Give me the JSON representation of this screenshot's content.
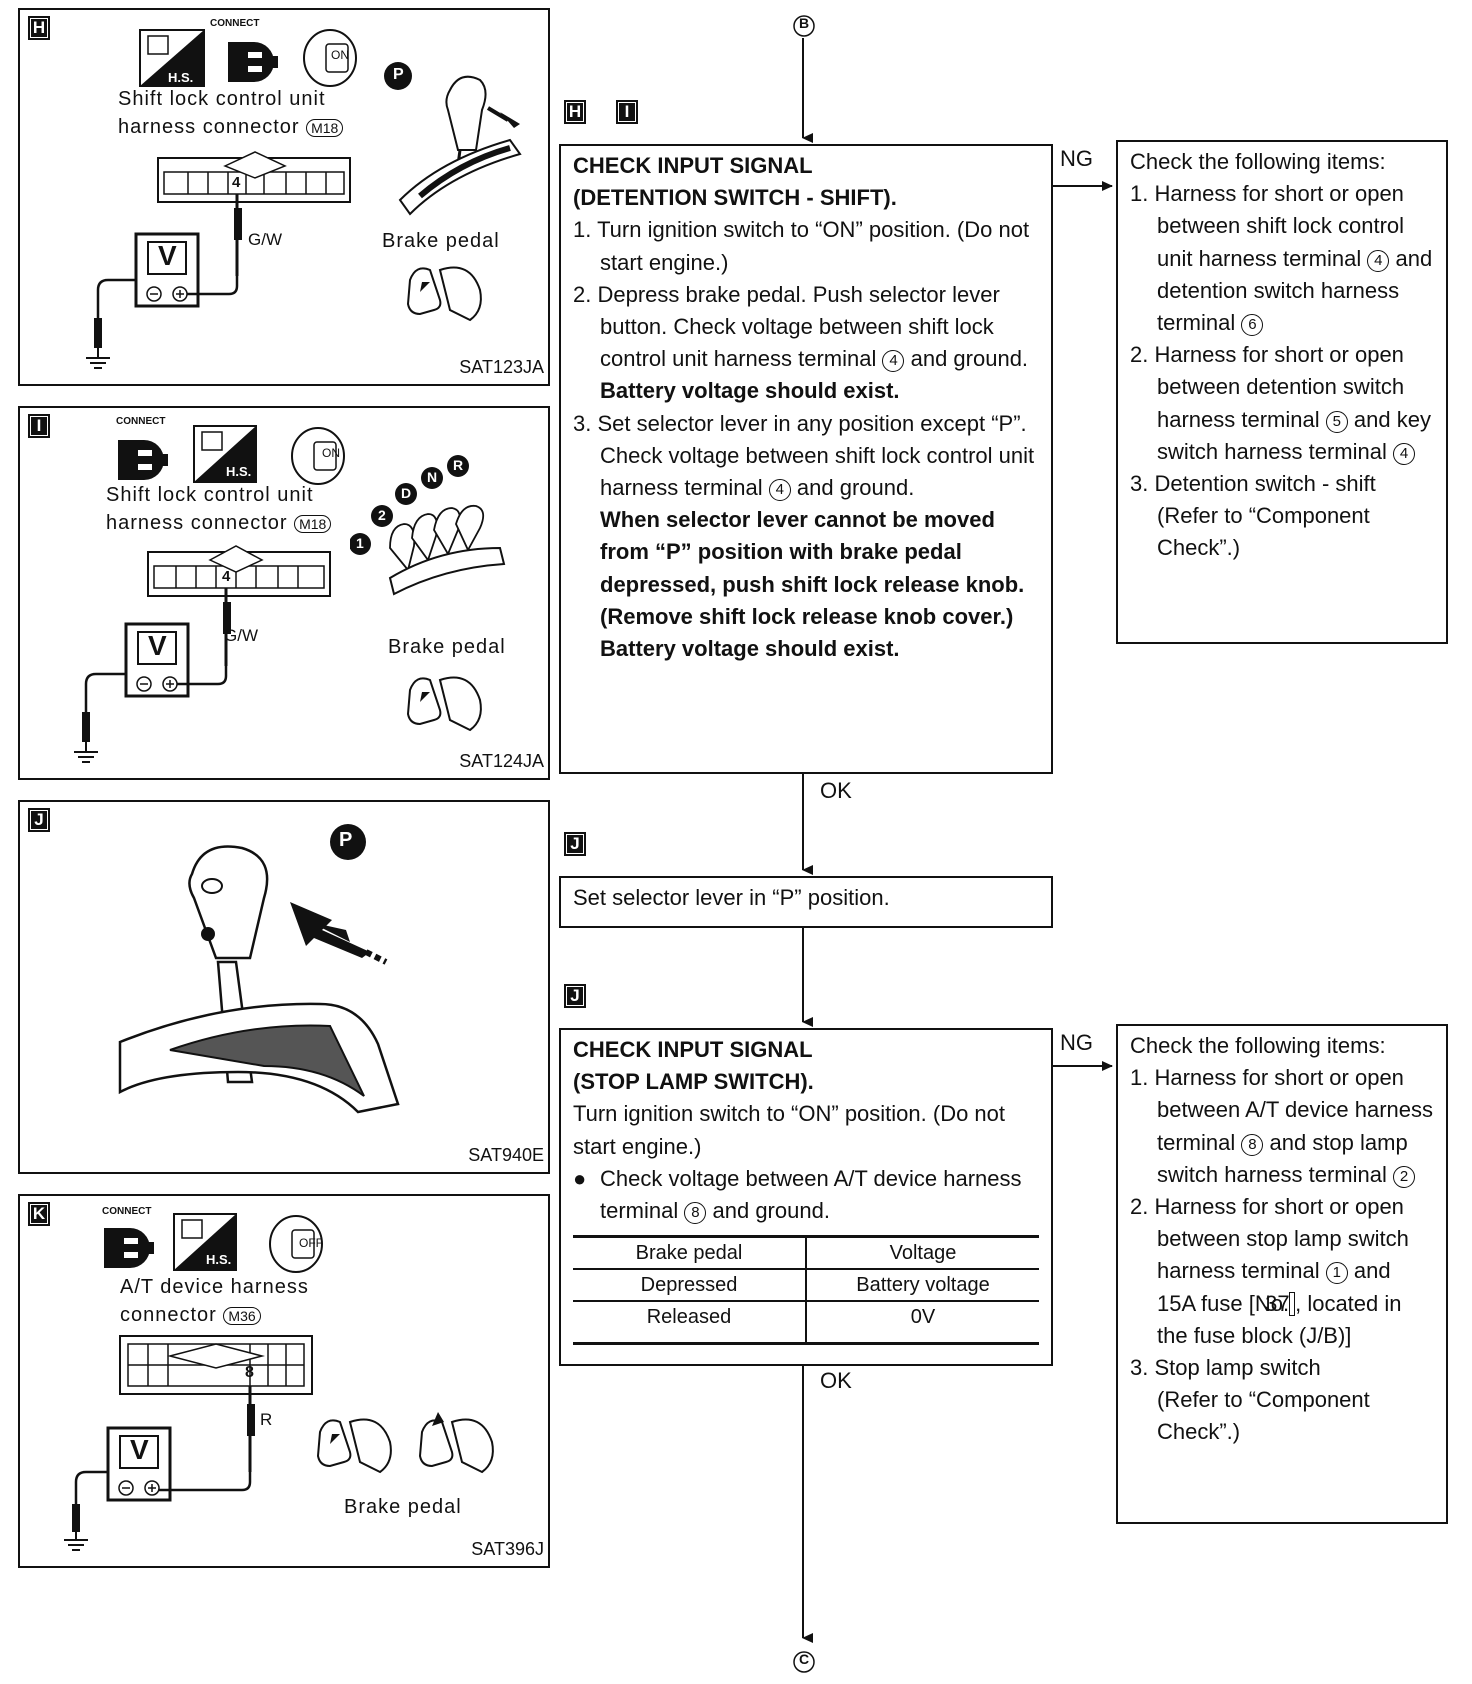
{
  "flow": {
    "connector_top": "B",
    "connector_bottom": "C",
    "tags_step1": [
      "H",
      "I"
    ],
    "tag_step2": "J",
    "tag_step3": "J",
    "ng_label_1": "NG",
    "ng_label_2": "NG",
    "ok_label_1": "OK",
    "ok_label_2": "OK"
  },
  "panels": {
    "h": {
      "tag": "H",
      "connect_label": "CONNECT",
      "hs_label": "H.S.",
      "key_label": "ON",
      "connector_line1": "Shift lock control unit",
      "connector_line2": "harness connector",
      "connector_id": "M18",
      "terminal": "4",
      "wire": "G/W",
      "meter": "V",
      "lever_pos": "P",
      "brake_label": "Brake pedal",
      "code": "SAT123JA"
    },
    "i": {
      "tag": "I",
      "connect_label": "CONNECT",
      "hs_label": "H.S.",
      "key_label": "ON",
      "connector_line1": "Shift lock control unit",
      "connector_line2": "harness connector",
      "connector_id": "M18",
      "terminal": "4",
      "wire": "G/W",
      "meter": "V",
      "positions": [
        "1",
        "2",
        "D",
        "N",
        "R"
      ],
      "brake_label": "Brake pedal",
      "code": "SAT124JA"
    },
    "j": {
      "tag": "J",
      "lever_pos": "P",
      "code": "SAT940E"
    },
    "k": {
      "tag": "K",
      "connect_label": "CONNECT",
      "hs_label": "H.S.",
      "key_label": "OFF",
      "connector_line1": "A/T device harness",
      "connector_line2": "connector",
      "connector_id": "M36",
      "terminal": "8",
      "wire": "R",
      "meter": "V",
      "brake_label": "Brake pedal",
      "code": "SAT396J"
    }
  },
  "step1": {
    "title1": "CHECK INPUT SIGNAL",
    "title2": "(DETENTION SWITCH - SHIFT).",
    "i1": "1. Turn ignition switch to “ON” position. (Do not start engine.)",
    "i2a": "2. Depress brake pedal. Push selector lever button. Check voltage between shift lock control unit harness terminal",
    "i2_term": "4",
    "i2b": "and ground.",
    "i2_result": "Battery voltage should exist.",
    "i3a": "3. Set selector lever in any position except “P”. Check voltage between shift lock control unit harness terminal",
    "i3_term": "4",
    "i3b": "and ground.",
    "i3_note": "When selector lever cannot be moved from “P” position with brake pedal depressed, push shift lock release knob. (Remove shift lock release knob cover.)",
    "i3_result": "Battery voltage should exist."
  },
  "ng1": {
    "heading": "Check the following items:",
    "a1": "1. Harness for short or open between shift lock control unit harness terminal",
    "a1_t1": "4",
    "a1_mid": "and detention switch harness terminal",
    "a1_t2": "6",
    "a2": "2. Harness for short or open between detention switch harness terminal",
    "a2_t1": "5",
    "a2_mid": "and key switch harness terminal",
    "a2_t2": "4",
    "a3a": "3. Detention switch - shift",
    "a3b": "(Refer to “Component Check”.)"
  },
  "step2": {
    "text": "Set selector lever in “P” position."
  },
  "step3": {
    "title1": "CHECK INPUT SIGNAL",
    "title2": "(STOP LAMP SWITCH).",
    "text1": "Turn ignition switch to “ON” position. (Do not start engine.)",
    "bullet_a": "Check voltage between A/T device harness terminal",
    "bullet_term": "8",
    "bullet_b": "and ground.",
    "table": {
      "headers": [
        "Brake pedal",
        "Voltage"
      ],
      "rows": [
        [
          "Depressed",
          "Battery voltage"
        ],
        [
          "Released",
          "0V"
        ]
      ]
    }
  },
  "ng2": {
    "heading": "Check the following items:",
    "a1": "1. Harness for short or open between A/T device harness terminal",
    "a1_t1": "8",
    "a1_mid": "and stop lamp switch harness terminal",
    "a1_t2": "2",
    "a2": "2. Harness for short or open between stop lamp switch harness terminal",
    "a2_t1": "1",
    "a2_mid": "and 15A fuse [No.",
    "a2_fuse": "37",
    "a2_end": ", located in the fuse block (J/B)]",
    "a3a": "3. Stop lamp switch",
    "a3b": "(Refer to “Component Check”.)"
  }
}
